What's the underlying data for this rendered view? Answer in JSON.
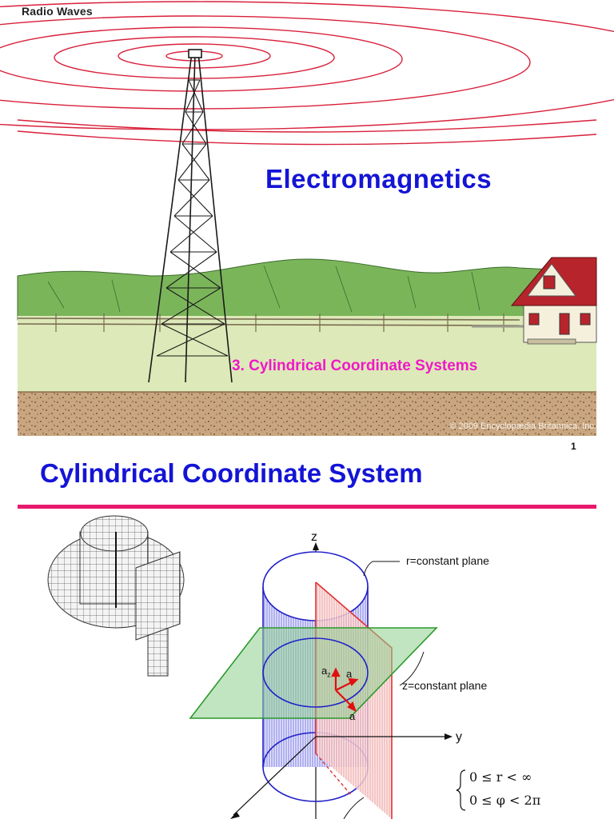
{
  "slide1": {
    "label": "Radio Waves",
    "title": "Electromagnetics",
    "subtitle": "3. Cylindrical Coordinate Systems",
    "credit": "© 2009 Encyclopædia Britannica, Inc."
  },
  "slide2": {
    "page_number": "1",
    "title": "Cylindrical Coordinate System",
    "diagram": {
      "axis_z": "z",
      "axis_y": "y",
      "label_r_plane": "r=constant plane",
      "label_z_plane": "z=constant plane",
      "vec_z": "a",
      "vec_z_sub": "z",
      "vec_r": "a",
      "vec_phi": "a",
      "cond_r": "0 ≤ r < ∞",
      "cond_phi": "0 ≤ φ < 2π"
    }
  },
  "colors": {
    "title_blue": "#1414d6",
    "subtitle_magenta": "#f018c8",
    "rule_pink": "#e8186c",
    "wave_red": "#d8203a",
    "cylinder_blue": "#3a3ad0",
    "plane_red": "#e03030",
    "plane_green": "#2a9a2a"
  }
}
